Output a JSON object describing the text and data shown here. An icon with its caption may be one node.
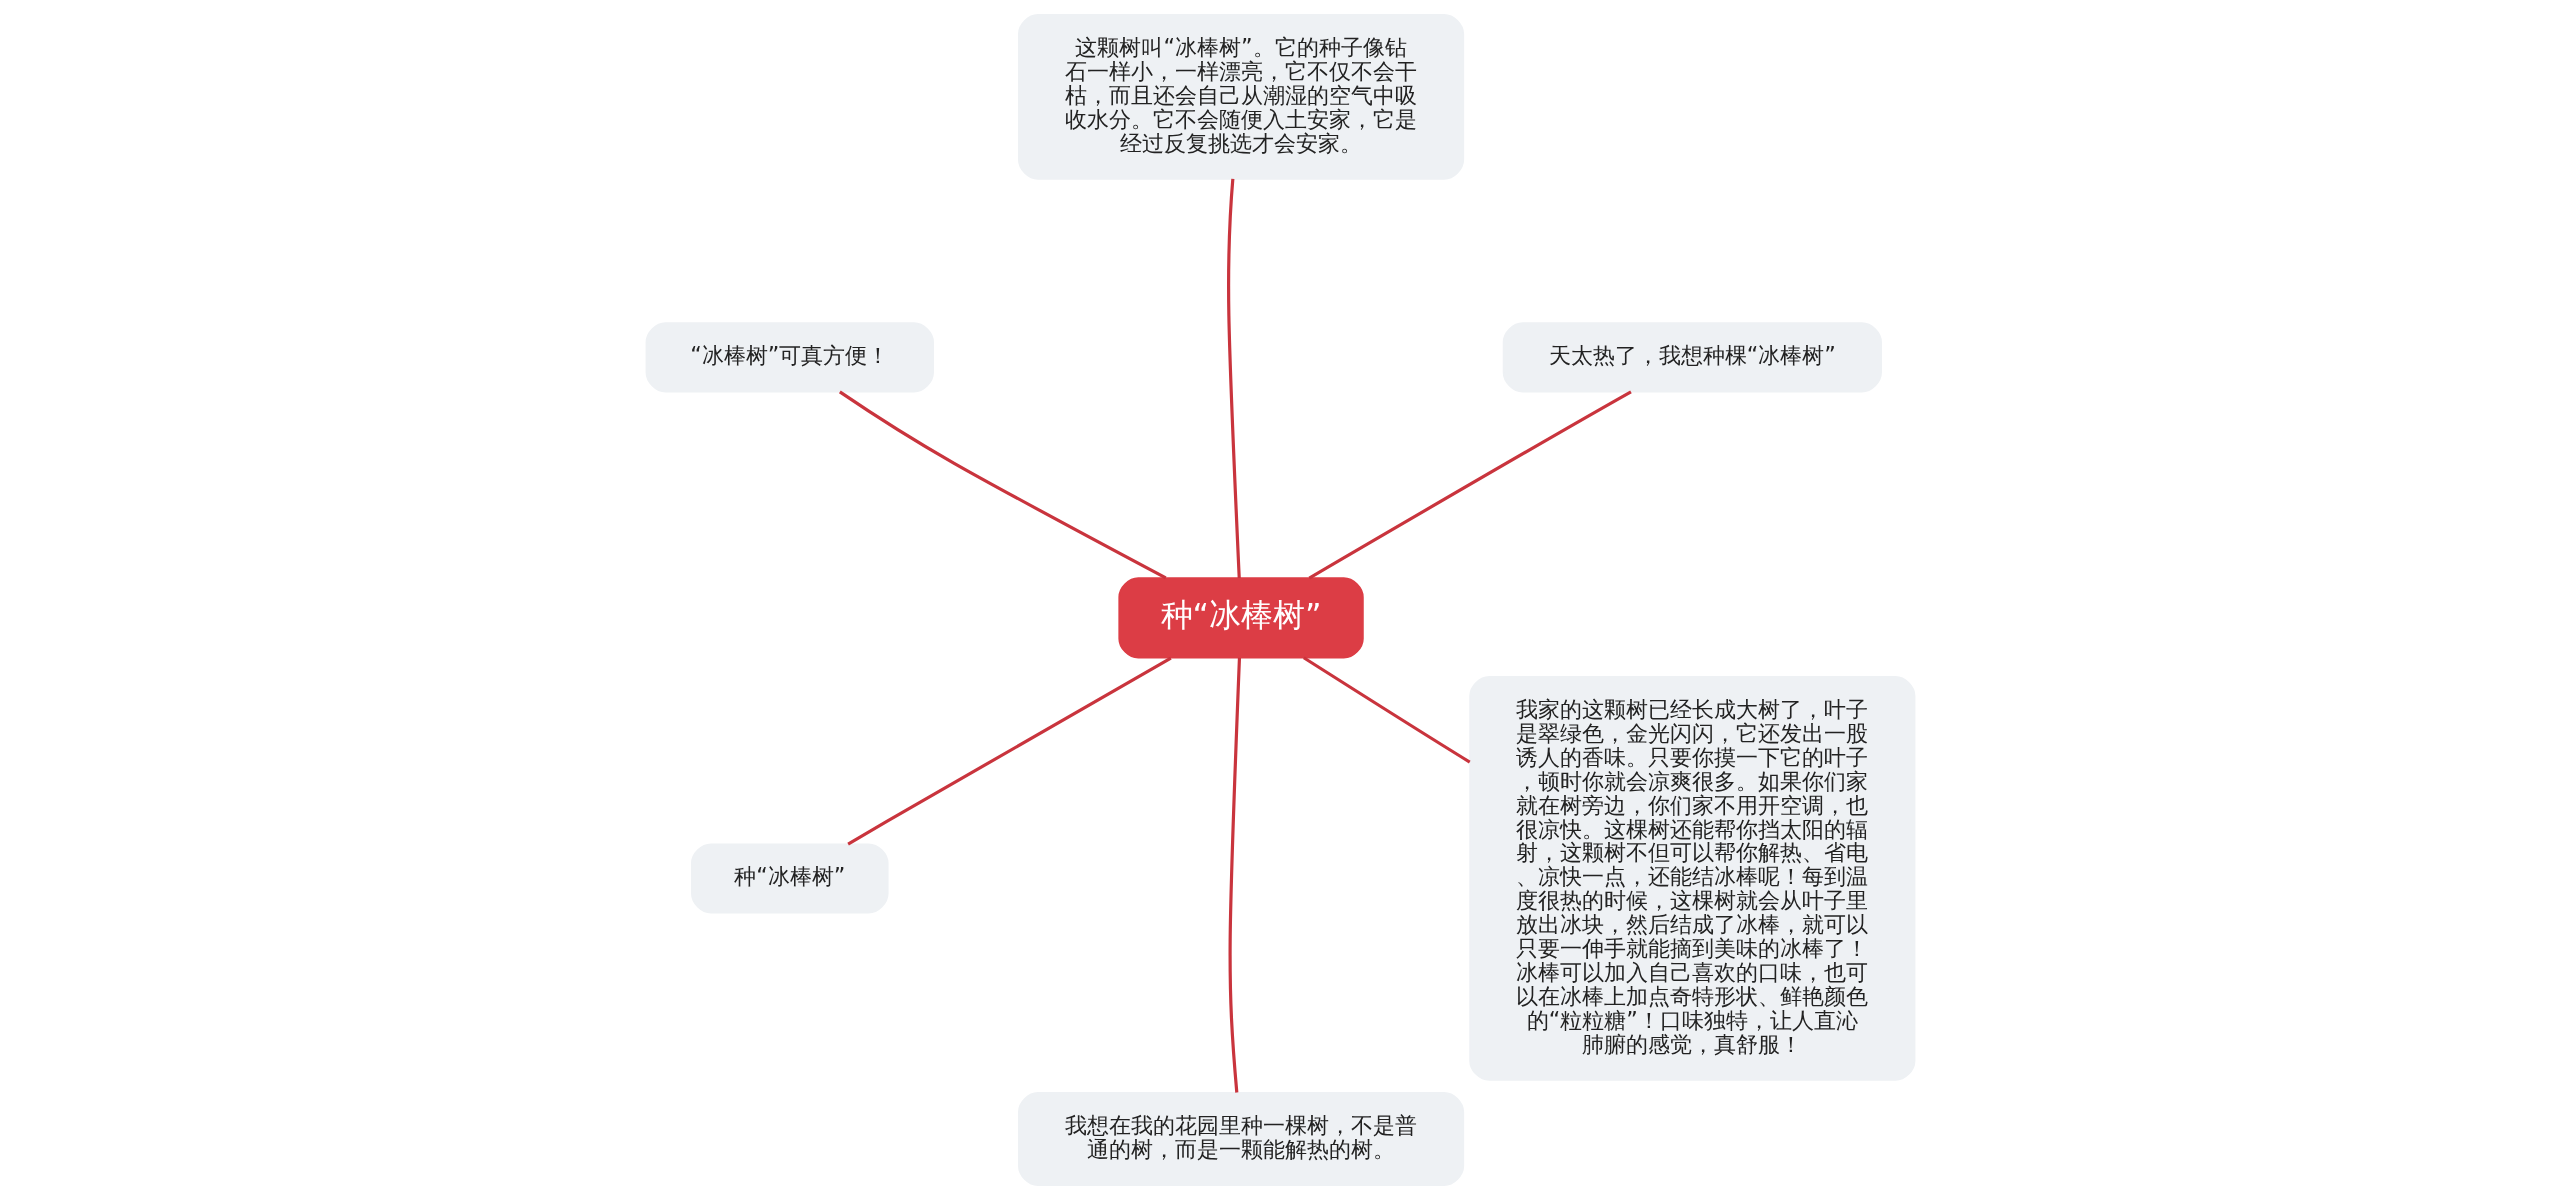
{
  "diagram": {
    "nodes": [
      {
        "text": [
          "种“冰棒树”"
        ]
      },
      {
        "text": [
          "天太热了，我想种棵“冰棒树”"
        ]
      },
      {
        "text": [
          "这颗树叫“冰棒树”。它的种子像钻石一样小，一样漂亮，它不仅不会干枯，而且还会自己从潮湿的空气中吸收水分。它不会随便入土安家，它是经过反复挑选才会安家。"
        ]
      },
      {
        "text": [
          "“冰棒树”可真方便！"
        ]
      },
      {
        "text": [
          "种“冰棒树”"
        ]
      },
      {
        "text": [
          "我想在我的花园里种一棵树，不是普通的树，而是一颗能解热的树。"
        ]
      },
      {
        "text": [
          "我家的这颗树已经长成大树了，叶子是翠绿色，金光闪闪，它还发出一股诱人的香味。只要你摸一下它的叶子，顿时你就会凉爽很多。如果你们家就在树旁边，你们家不用开空调，也很凉快。这棵树还能帮你挡太阳的辐射，这颗树不但可以帮你解热、省电、凉快一点，还能结冰棒呢！每到温度很热的时候，这棵树就会从叶子里放出冰块，然后结成了冰棒，就可以只要一伸手就能摘到美味的冰棒了！冰棒可以加入自己喜欢的口味，也可以在冰棒上加点奇特形状、鲜艳颜色的“粒粒糖”！口味独特，让人直沁肺腑的感觉，真舒服！"
        ]
      }
    ],
    "edges": [
      {
        "from": 0,
        "to": 1,
        "arrow": "none"
      },
      {
        "from": 0,
        "to": 2,
        "arrow": "none"
      },
      {
        "from": 0,
        "to": 3,
        "arrow": "none"
      },
      {
        "from": 0,
        "to": 4,
        "arrow": "none"
      },
      {
        "from": 0,
        "to": 5,
        "arrow": "none"
      },
      {
        "from": 0,
        "to": 6,
        "arrow": "none"
      }
    ]
  }
}
